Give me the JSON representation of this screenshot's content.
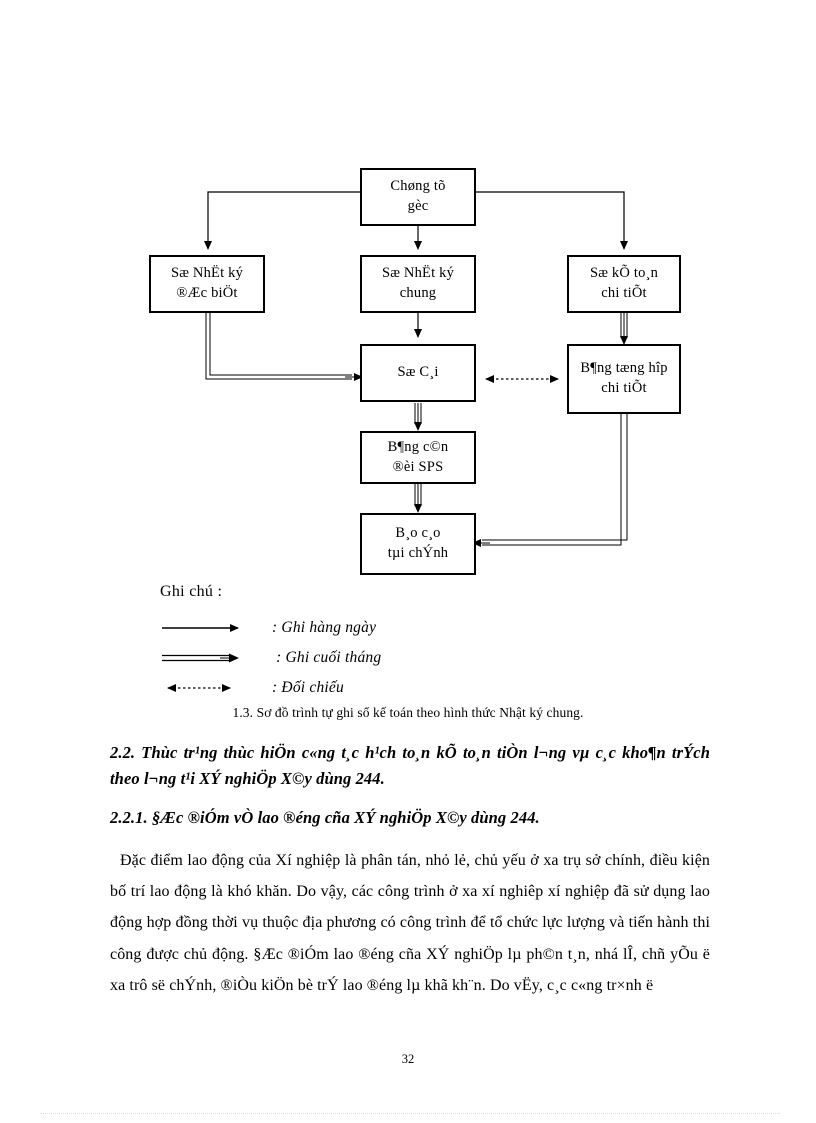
{
  "document": {
    "page_number": "32",
    "caption": "1.3. Sơ đồ trình tự ghi sổ kế toán theo hình  thức Nhật ký chung.",
    "heading_2_2": "2.2. Thùc tr¹ng thùc hiÖn c«ng t¸c h¹ch to¸n kÕ to¸n tiÒn l¬ng  vµ c¸c kho¶n trÝch theo l¬ng  t¹i XÝ nghiÖp X©y dùng 244.",
    "heading_2_2_1": "2.2.1. §Æc ®iÓm vÒ lao ®éng cña XÝ nghiÖp X©y dùng 244.",
    "paragraph": "Đặc điểm lao  động của Xí nghiệp  là phân tán, nhỏ lẻ, chủ yếu ở xa trụ sở chính, điều kiện  bố trí lao động là khó khăn. Do vậy, các công trình ở xa xí nghiêp xí nghiệp  đã sử dụng lao  động hợp đồng thời vụ thuộc địa phương có công trình để tổ chức lực lượng và tiến  hành thi công được chủ động.  §Æc ®iÓm lao  ®éng  cña  XÝ  nghiÖp  lµ  ph©n  t¸n,  nhá  lÎ,  chñ  yÕu  ë xa trô së chÝnh, ®iÒu kiÖn bè trÝ lao ®éng lµ khã kh¨n. Do vËy, c¸c c«ng tr×nh ë"
  },
  "flowchart": {
    "nodes": [
      {
        "id": "chung-tu-goc",
        "line1": "Chøng tõ",
        "line2": "gèc"
      },
      {
        "id": "so-nhat-ky-dac-biet",
        "line1": "Sæ NhËt ký",
        "line2": "®Æc biÖt"
      },
      {
        "id": "so-nhat-ky-chung",
        "line1": "Sæ NhËt ký",
        "line2": "chung"
      },
      {
        "id": "so-ke-toan-chi-tiet",
        "line1": "Sæ kÕ to¸n",
        "line2": "chi tiÕt"
      },
      {
        "id": "so-cai",
        "line1": "Sæ C¸i",
        "line2": ""
      },
      {
        "id": "bang-tong-hop-chi-tiet",
        "line1": "B¶ng tæng hîp",
        "line2": "chi tiÕt"
      },
      {
        "id": "bang-can-doi-sps",
        "line1": "B¶ng c©n",
        "line2": "®èi SPS"
      },
      {
        "id": "bao-cao-tai-chinh",
        "line1": "B¸o c¸o",
        "line2": "tµi chÝnh"
      }
    ],
    "line_color": "#000000"
  },
  "legend": {
    "title": "Ghi chú :",
    "items": [
      {
        "glyph": "single-arrow-icon",
        "label": ": Ghi hàng ngày"
      },
      {
        "glyph": "double-arrow-icon",
        "label": " : Ghi cuối tháng"
      },
      {
        "glyph": "dotted-double-arrow-icon",
        "label": ": Đối chiếu"
      }
    ]
  }
}
